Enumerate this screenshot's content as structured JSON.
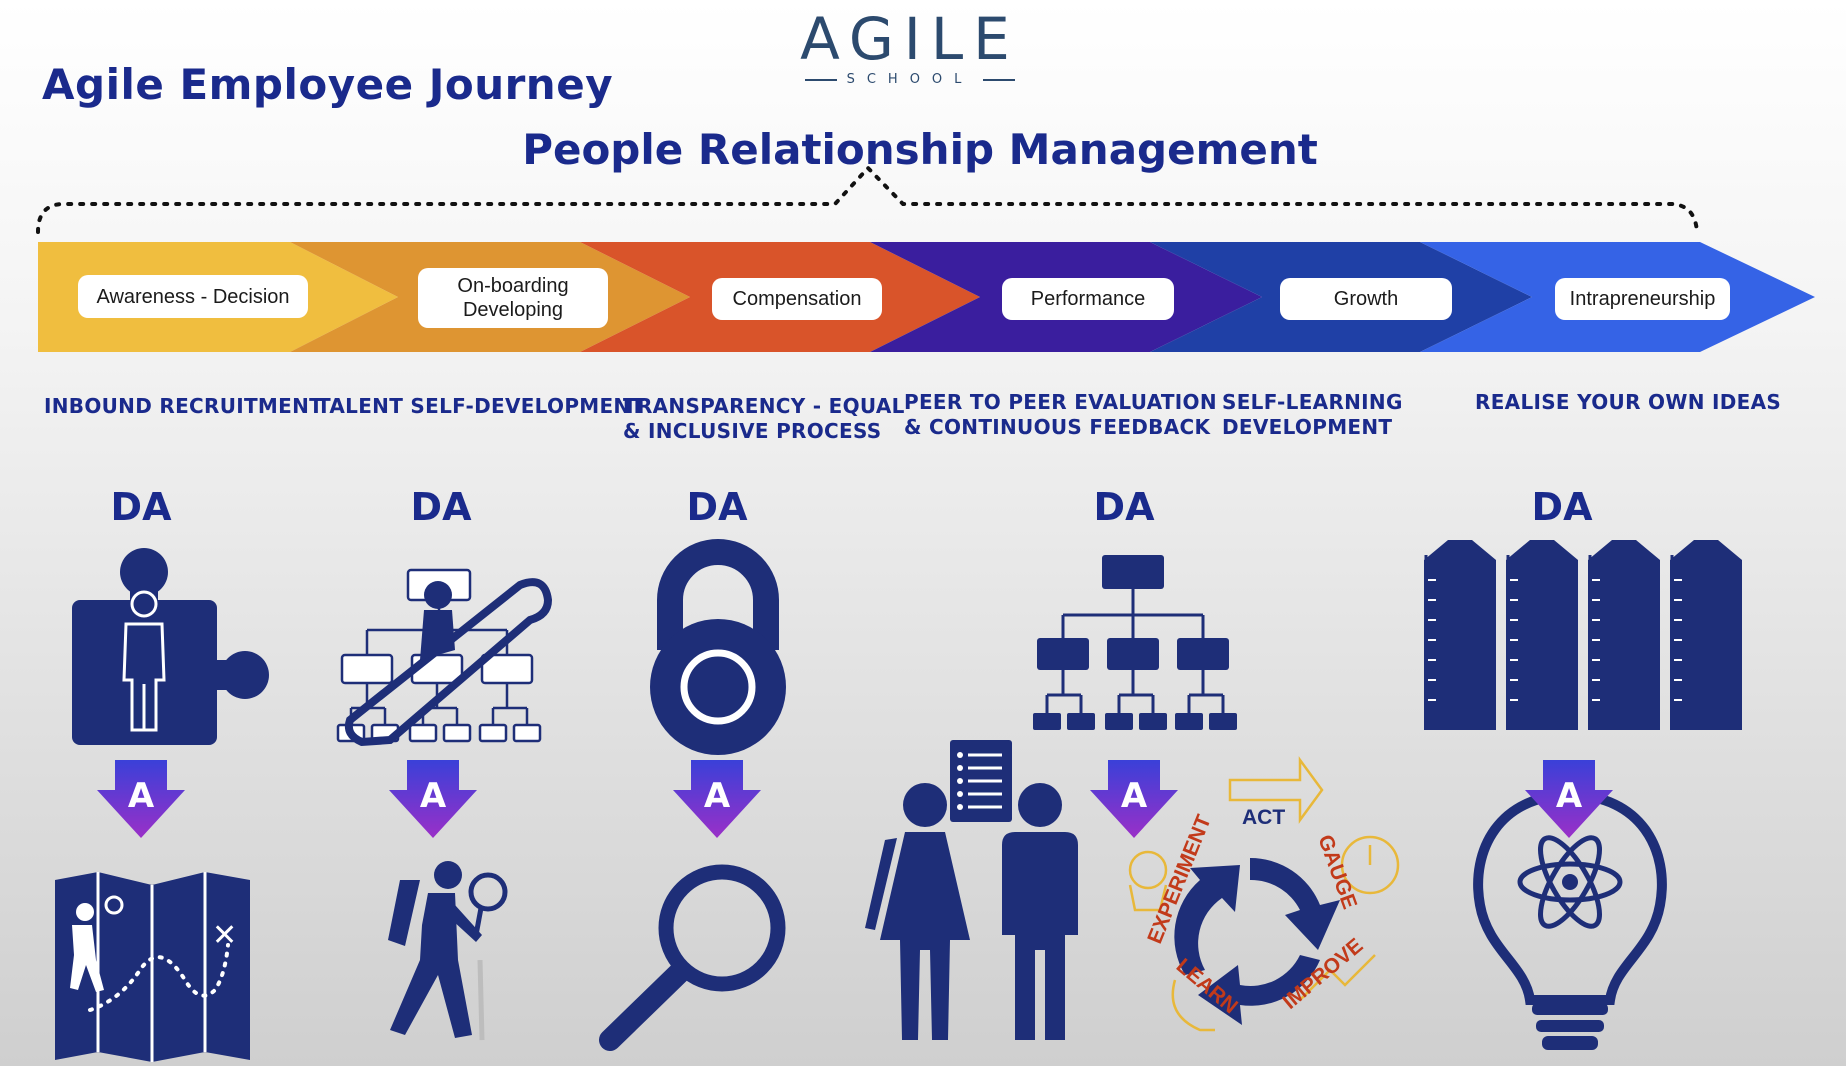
{
  "page_title": "Agile Employee Journey",
  "logo": {
    "main": "AGILE",
    "sub": "SCHOOL"
  },
  "section_title": "People Relationship Management",
  "stages": [
    {
      "label": "Awareness - Decision",
      "description": "INBOUND RECRUITMENT",
      "color": "#f0be3f"
    },
    {
      "label": "On-boarding\nDeveloping",
      "description": "TALENT SELF-DEVELOPMENT",
      "color": "#de9532"
    },
    {
      "label": "Compensation",
      "description": "TRANSPARENCY - EQUAL\n& INCLUSIVE PROCESS",
      "color": "#d9542a"
    },
    {
      "label": "Performance",
      "description": "PEER TO PEER EVALUATION\n& CONTINUOUS FEEDBACK",
      "color": "#3a1e9e"
    },
    {
      "label": "Growth",
      "description": "SELF-LEARNING\nDEVELOPMENT",
      "color": "#1f40a6"
    },
    {
      "label": "Intrapreneurship",
      "description": "REALISE YOUR OWN IDEAS",
      "color": "#3563e6"
    }
  ],
  "da_label": "DA",
  "arrow_label": "A",
  "cycle_words": {
    "act": "ACT",
    "gauge": "GAUGE",
    "improve": "IMPROVE",
    "learn": "LEARN",
    "experiment": "EXPERIMENT"
  },
  "colors": {
    "navy": "#1a2a8c",
    "icon": "#1e2e78",
    "arrow_top": "#3a40d8",
    "arrow_bottom": "#9a30c8",
    "cycle_red": "#c23a1a",
    "cycle_gold": "#e8b83a"
  },
  "icons": [
    "puzzle-person-icon",
    "map-hiker-icon",
    "escalator-org-chart-icon",
    "hiker-magnifier-icon",
    "padlock-icon",
    "magnifier-icon",
    "org-chart-icon",
    "people-clipboard-icon",
    "agile-cycle-icon",
    "silos-icon",
    "lightbulb-atom-icon"
  ]
}
